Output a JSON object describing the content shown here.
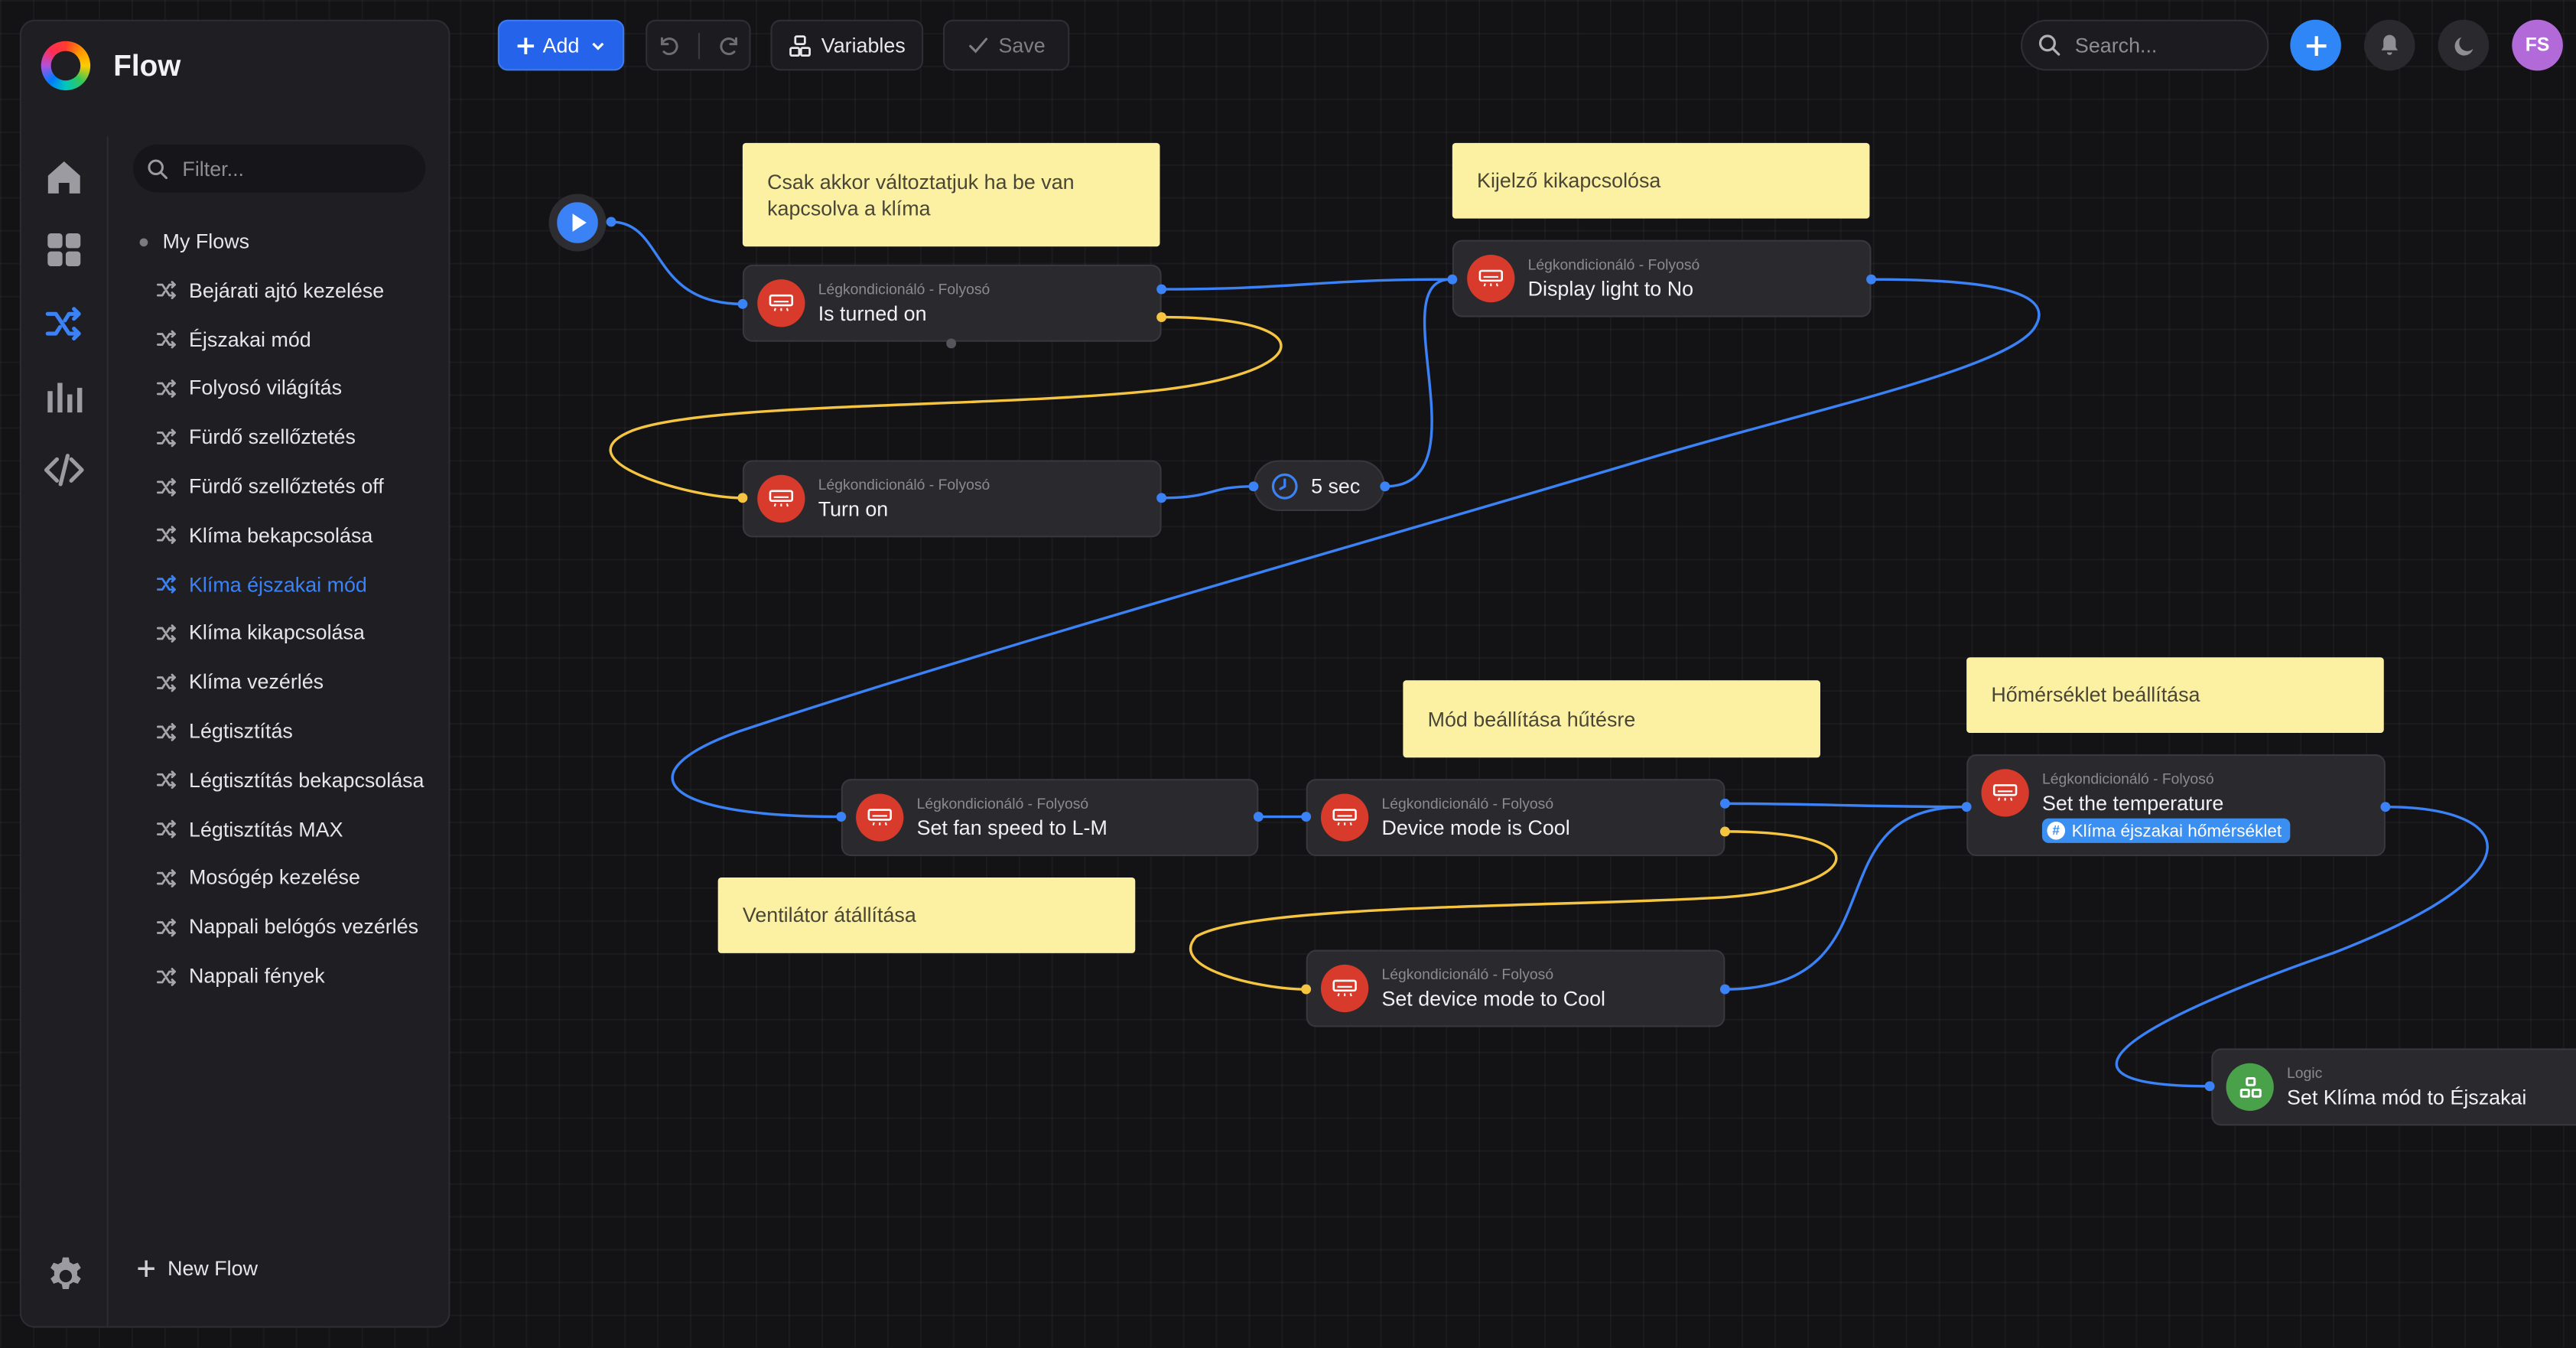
{
  "app": {
    "title": "Flow",
    "accent": "#2563eb"
  },
  "sidebar": {
    "filter_placeholder": "Filter...",
    "root_label": "My Flows",
    "items": [
      {
        "label": "Bejárati ajtó kezelése"
      },
      {
        "label": "Éjszakai mód"
      },
      {
        "label": "Folyosó világítás"
      },
      {
        "label": "Fürdő szellőztetés"
      },
      {
        "label": "Fürdő szellőztetés off"
      },
      {
        "label": "Klíma bekapcsolása"
      },
      {
        "label": "Klíma éjszakai mód",
        "active": true
      },
      {
        "label": "Klíma kikapcsolása"
      },
      {
        "label": "Klíma vezérlés"
      },
      {
        "label": "Légtisztítás"
      },
      {
        "label": "Légtisztítás bekapcsolása"
      },
      {
        "label": "Légtisztítás MAX"
      },
      {
        "label": "Mosógép kezelése"
      },
      {
        "label": "Nappali belógós vezérlés"
      },
      {
        "label": "Nappali fények"
      }
    ],
    "new_flow_label": "New Flow",
    "rail_icons": [
      "home-icon",
      "dashboard-icon",
      "flow-icon",
      "insights-icon",
      "code-icon",
      "settings-icon"
    ]
  },
  "toolbar": {
    "add_label": "Add",
    "variables_label": "Variables",
    "save_label": "Save",
    "search_placeholder": "Search...",
    "avatar_initials": "FS"
  },
  "canvas": {
    "notes": [
      {
        "text": "Csak akkor változtatjuk ha be van kapcsolva a klíma"
      },
      {
        "text": "Kijelző kikapcsolósa"
      },
      {
        "text": "Mód beállítása hűtésre"
      },
      {
        "text": "Hőmérséklet beállítása"
      },
      {
        "text": "Ventilátor átállítása"
      }
    ],
    "nodes": [
      {
        "device": "Légkondicionáló - Folyosó",
        "label": "Is turned on"
      },
      {
        "device": "Légkondicionáló - Folyosó",
        "label": "Turn on"
      },
      {
        "device": "Légkondicionáló - Folyosó",
        "label": "Display light to No"
      },
      {
        "device": "Légkondicionáló - Folyosó",
        "label": "Set fan speed to L-M"
      },
      {
        "device": "Légkondicionáló - Folyosó",
        "label": "Device mode is Cool"
      },
      {
        "device": "Légkondicionáló - Folyosó",
        "label": "Set device mode to Cool"
      },
      {
        "device": "Légkondicionáló - Folyosó",
        "label": "Set the temperature",
        "tag": "Klíma éjszakai hőmérséklet"
      },
      {
        "device": "Logic",
        "label": "Set Klíma mód to Éjszakai"
      }
    ],
    "delay": {
      "label": "5 sec"
    },
    "wire_colors": {
      "true": "#3b82f6",
      "false": "#f5c542"
    }
  }
}
